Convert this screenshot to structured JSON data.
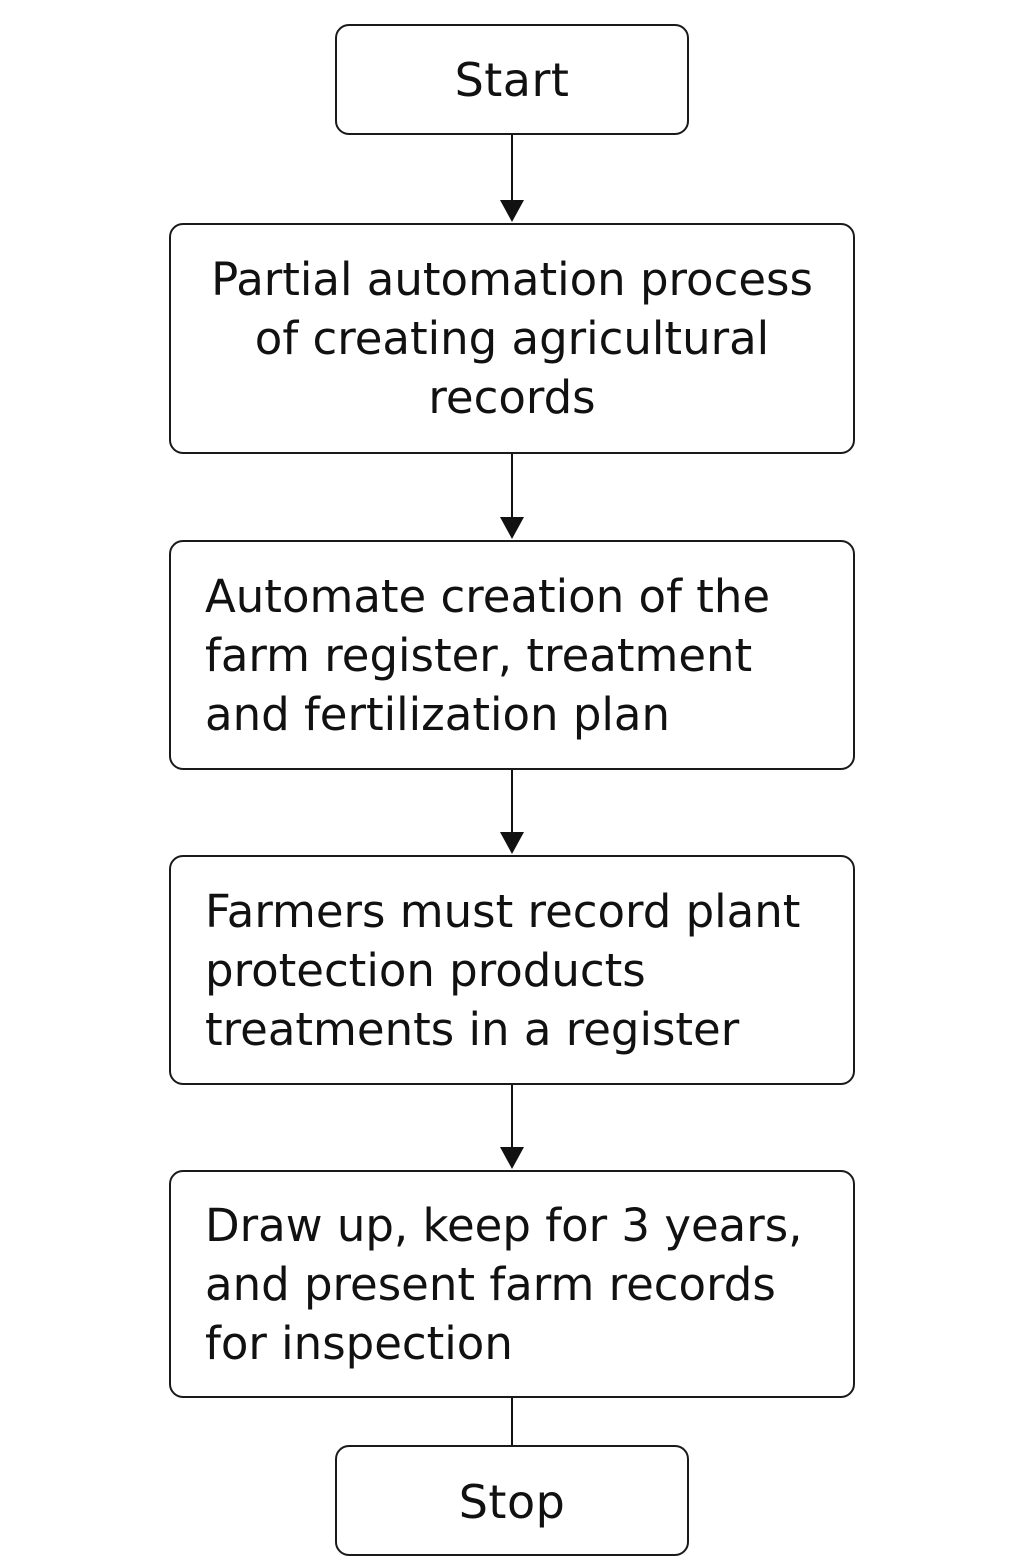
{
  "flowchart": {
    "start": {
      "label": "Start"
    },
    "steps": [
      {
        "lines": [
          "Partial automation process",
          "of creating agricultural",
          "records"
        ]
      },
      {
        "lines": [
          "Automate creation of the",
          "farm register, treatment",
          "and fertilization plan"
        ]
      },
      {
        "lines": [
          "Farmers must record plant",
          "protection products",
          "treatments in a register"
        ]
      },
      {
        "lines": [
          "Draw up, keep for 3 years,",
          "and present farm records",
          "for inspection"
        ]
      }
    ],
    "stop": {
      "label": "Stop"
    }
  }
}
